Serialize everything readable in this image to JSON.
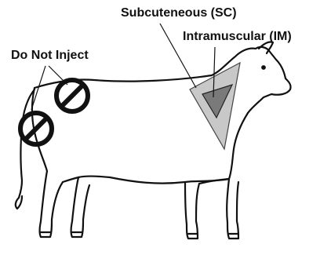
{
  "labels": {
    "subcutaneous": "Subcuteneous (SC)",
    "intramuscular": "Intramuscular (IM)",
    "do_not_inject": "Do Not Inject"
  },
  "colors": {
    "outline": "#111111",
    "sc_zone": "#c8c8c8",
    "im_zone": "#7a7a7a",
    "no_symbol": "#111111",
    "background": "#ffffff"
  }
}
